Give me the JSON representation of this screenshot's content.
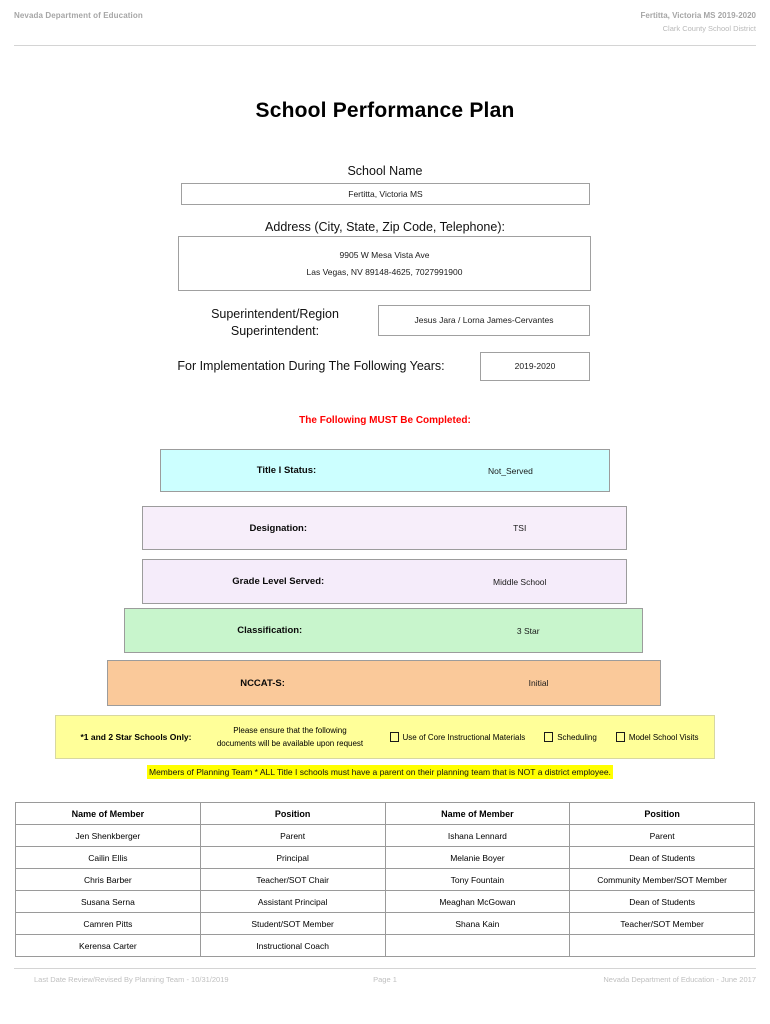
{
  "header": {
    "left": "Nevada Department of Education",
    "right_line1": "Fertitta, Victoria MS  2019-2020",
    "right_line2": "Clark County School District"
  },
  "title": "School Performance Plan",
  "fields": {
    "school_name_label": "School Name",
    "school_name_value": "Fertitta, Victoria MS",
    "address_label": "Address (City, State, Zip Code, Telephone):",
    "address_line1": "9905 W Mesa Vista Ave",
    "address_line2": "Las Vegas, NV  89148-4625, 7027991900",
    "superintendent_label": "Superintendent/Region Superintendent:",
    "superintendent_value": "Jesus Jara / Lorna James-Cervantes",
    "implementation_label": "For Implementation During The Following Years:",
    "implementation_value": "2019-2020"
  },
  "red_notice": "The Following MUST Be Completed:",
  "status_rows": [
    {
      "label": "Title I Status:",
      "value": "Not_Served",
      "color": "#ccffff"
    },
    {
      "label": "Designation:",
      "value": "TSI",
      "color": "#f7eefa"
    },
    {
      "label": "Grade Level Served:",
      "value": "Middle School",
      "color": "#f5ecfa"
    },
    {
      "label": "Classification:",
      "value": "3 Star",
      "color": "#c8f5cc"
    },
    {
      "label": "NCCAT-S:",
      "value": "Initial",
      "color": "#fac99a"
    }
  ],
  "star_strip": {
    "title": "*1 and 2 Star Schools Only:",
    "note_line1": "Please ensure that the following",
    "note_line2": "documents will be available upon request",
    "checkboxes": [
      {
        "label": "Use of Core Instructional Materials",
        "checked": false
      },
      {
        "label": "Scheduling",
        "checked": false
      },
      {
        "label": "Model School Visits",
        "checked": false
      }
    ],
    "background": "#ffff99"
  },
  "planning_banner": {
    "text": "Members of Planning Team * ALL Title I schools must have a parent on their planning team that is NOT a district employee.",
    "highlight": "#ffff00"
  },
  "members_table": {
    "headers": [
      "Name of Member",
      "Position",
      "Name of Member",
      "Position"
    ],
    "rows": [
      [
        "Jen Shenkberger",
        "Parent",
        "Ishana Lennard",
        "Parent"
      ],
      [
        "Cailin Ellis",
        "Principal",
        "Melanie Boyer",
        "Dean of Students"
      ],
      [
        "Chris Barber",
        "Teacher/SOT Chair",
        "Tony Fountain",
        "Community Member/SOT Member"
      ],
      [
        "Susana Serna",
        "Assistant Principal",
        "Meaghan McGowan",
        "Dean of Students"
      ],
      [
        "Camren Pitts",
        "Student/SOT Member",
        "Shana Kain",
        "Teacher/SOT Member"
      ],
      [
        "Kerensa Carter",
        "Instructional Coach",
        "",
        ""
      ]
    ]
  },
  "footer": {
    "left": "Last Date Review/Revised By Planning Team - 10/31/2019",
    "center": "Page 1",
    "right": "Nevada Department of Education - June 2017"
  }
}
